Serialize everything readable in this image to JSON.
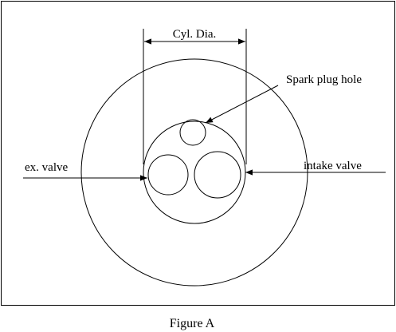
{
  "diagram": {
    "labels": {
      "cylinder_diameter": "Cyl. Dia.",
      "spark_plug_hole": "Spark plug hole",
      "exhaust_valve": "ex. valve",
      "intake_valve": "intake valve"
    },
    "caption": "Figure A"
  },
  "colors": {
    "line": "#000000",
    "background": "#ffffff"
  }
}
